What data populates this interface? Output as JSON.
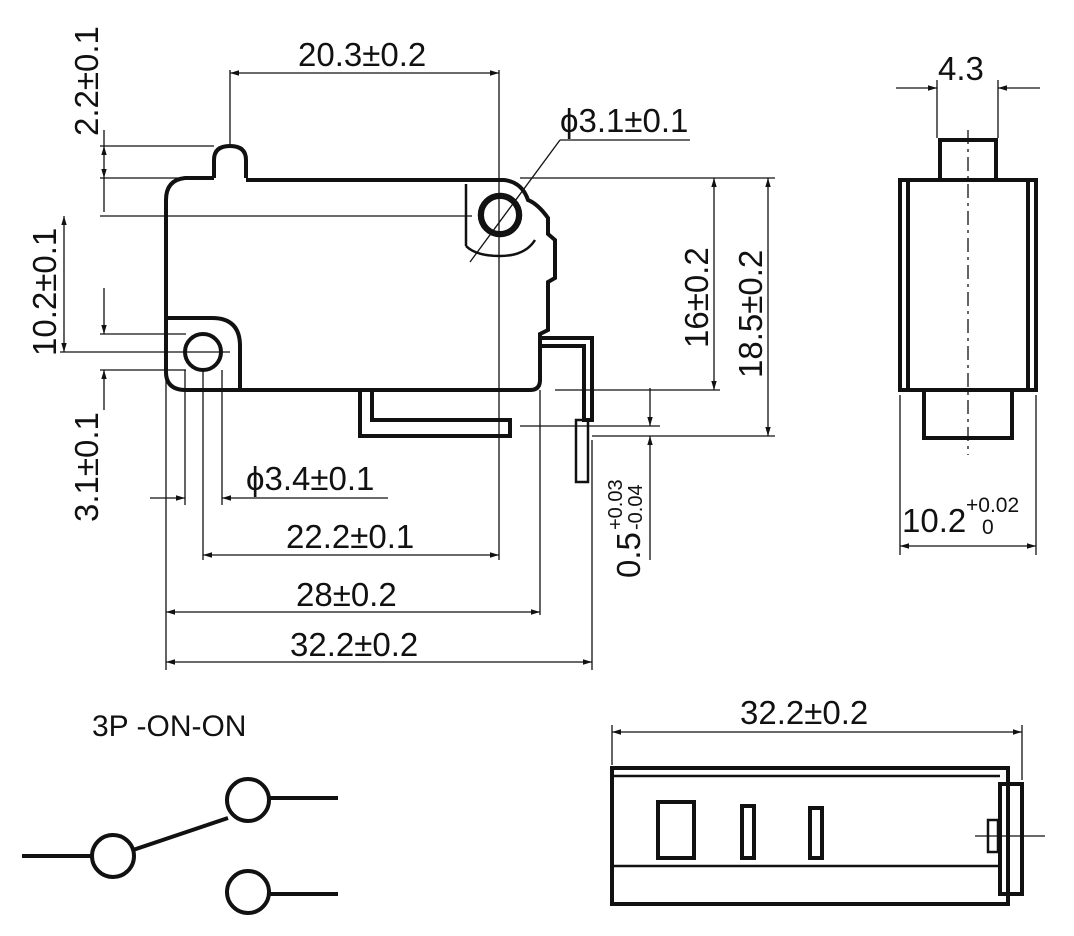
{
  "diagram": {
    "dims_top": {
      "width_20_3": "20.3±0.2",
      "hole_top": "ϕ3.1±0.1",
      "height_2_2": "2.2±0.1",
      "height_10_2": "10.2±0.1",
      "height_16": "16±0.2",
      "height_18_5": "18.5±0.2",
      "height_3_1": "3.1±0.1",
      "hole_bottom": "ϕ3.4±0.1",
      "width_22_2": "22.2±0.1",
      "width_28": "28±0.2",
      "width_32_2": "32.2±0.2",
      "terminal_thickness": "0.5",
      "terminal_tol_upper": "+0.03",
      "terminal_tol_lower": "-0.04"
    },
    "dims_side": {
      "width_4_3": "4.3",
      "width_10_2": "10.2",
      "tol_upper": "+0.02",
      "tol_lower": "0"
    },
    "dims_bottom": {
      "width_32_2": "32.2±0.2"
    },
    "schematic": {
      "title": "3P -ON-ON"
    }
  }
}
